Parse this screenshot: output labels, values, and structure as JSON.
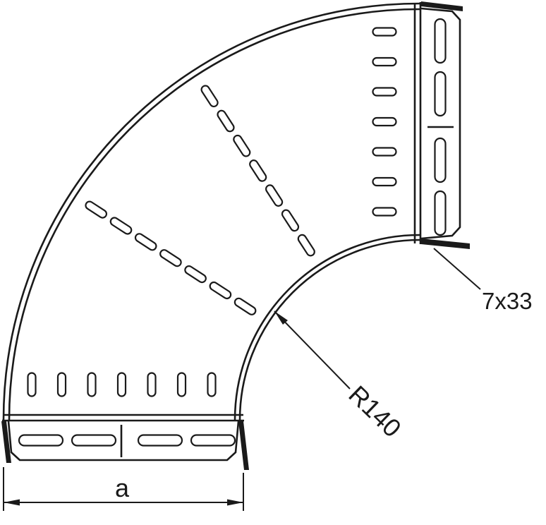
{
  "drawing": {
    "type": "technical-drawing",
    "subject": "90-degree perforated cable tray bend with slotted end connectors",
    "labels": {
      "slot_size": "7x33",
      "radius": "R140",
      "width_dim": "a"
    },
    "colors": {
      "ink": "#1a1a1a",
      "background": "#ffffff"
    }
  }
}
